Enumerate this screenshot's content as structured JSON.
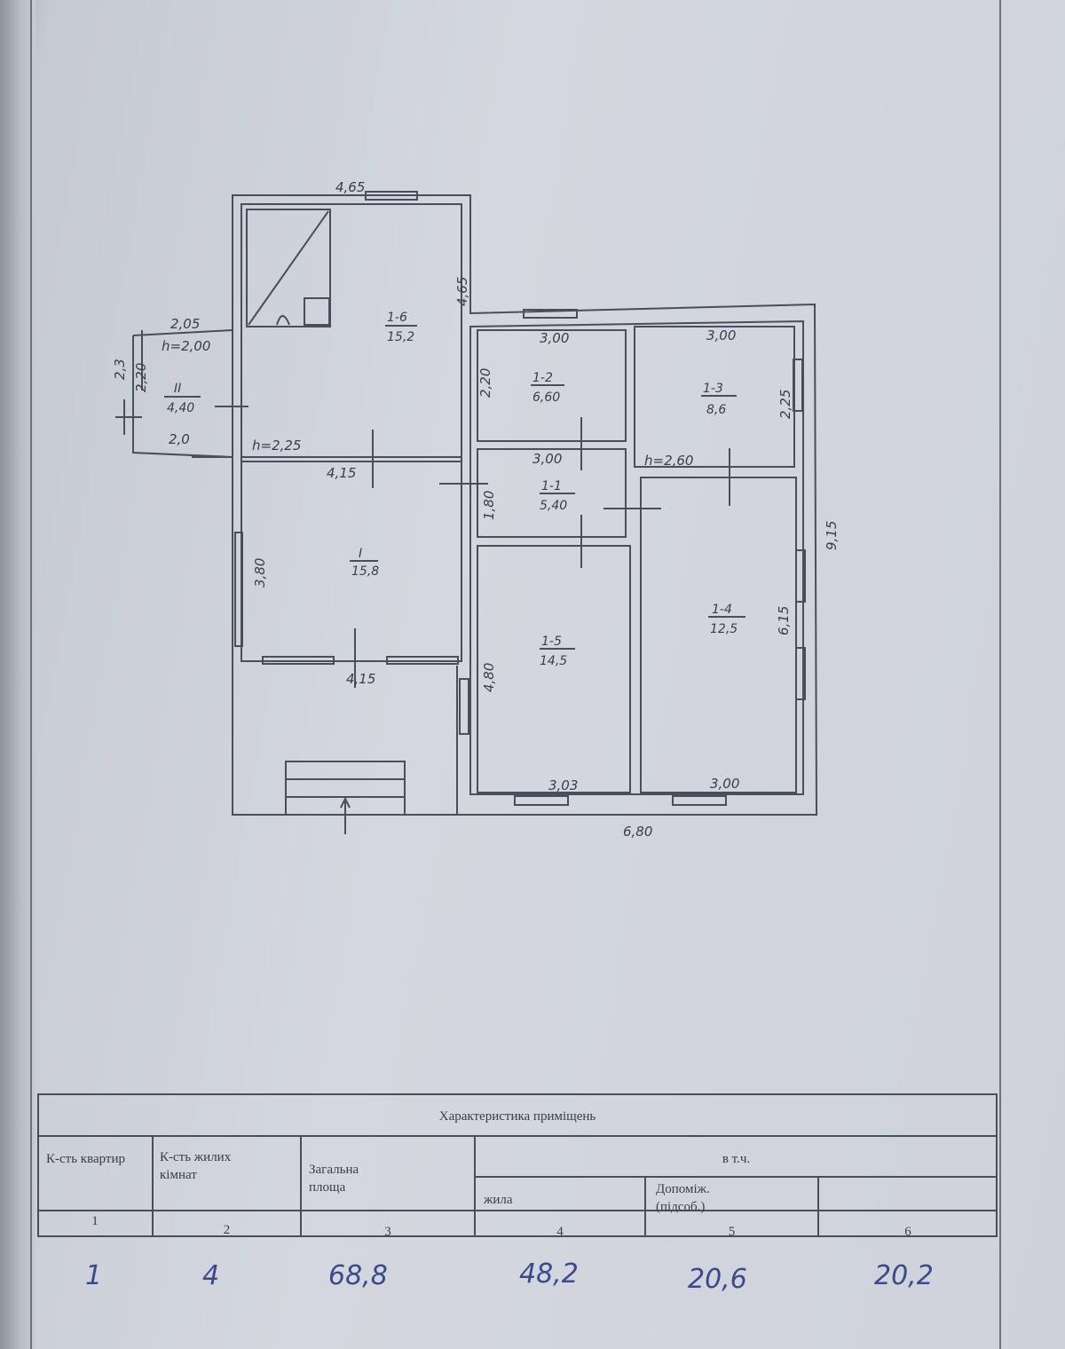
{
  "plan": {
    "dimensions": {
      "top_width": "4,65",
      "room16_right": "4,65",
      "annex_top": "2,05",
      "annex_height": "h=2,00",
      "annex_small": "2,3",
      "annex_side": "2,20",
      "annex_bottom": "2,0",
      "h_main": "h=2,25",
      "wall_415_mid": "4,15",
      "room1_left": "3,80",
      "wall_415_bottom": "4,15",
      "room12_top": "3,00",
      "room12_left": "2,20",
      "room13_top": "3,00",
      "room13_right": "2,25",
      "room11_top": "3,00",
      "room11_left": "1,80",
      "h_right": "h=2,60",
      "right_total": "9,15",
      "room14_right": "6,15",
      "room15_left": "4,80",
      "room15_bottom": "3,03",
      "room14_bottom": "3,00",
      "bottom_total": "6,80"
    },
    "rooms": [
      {
        "id": "1-6",
        "area": "15,2"
      },
      {
        "id": "II",
        "area": "4,40"
      },
      {
        "id": "I",
        "area": "15,8"
      },
      {
        "id": "1-2",
        "area": "6,60"
      },
      {
        "id": "1-3",
        "area": "8,6"
      },
      {
        "id": "1-1",
        "area": "5,40"
      },
      {
        "id": "1-5",
        "area": "14,5"
      },
      {
        "id": "1-4",
        "area": "12,5"
      }
    ]
  },
  "table": {
    "title": "Характеристика приміщень",
    "headers": {
      "apartments": "К-сть квартир",
      "living_rooms": "К-сть жилих кімнат",
      "total_area": "Загальна площа",
      "incl": "в т.ч.",
      "living": "жила",
      "auxiliary": "Допоміж. (підсоб.)"
    },
    "col_numbers": [
      "1",
      "2",
      "3",
      "4",
      "5",
      "6"
    ],
    "values": [
      "1",
      "4",
      "68,8",
      "48,2",
      "20,6",
      "20,2"
    ]
  }
}
